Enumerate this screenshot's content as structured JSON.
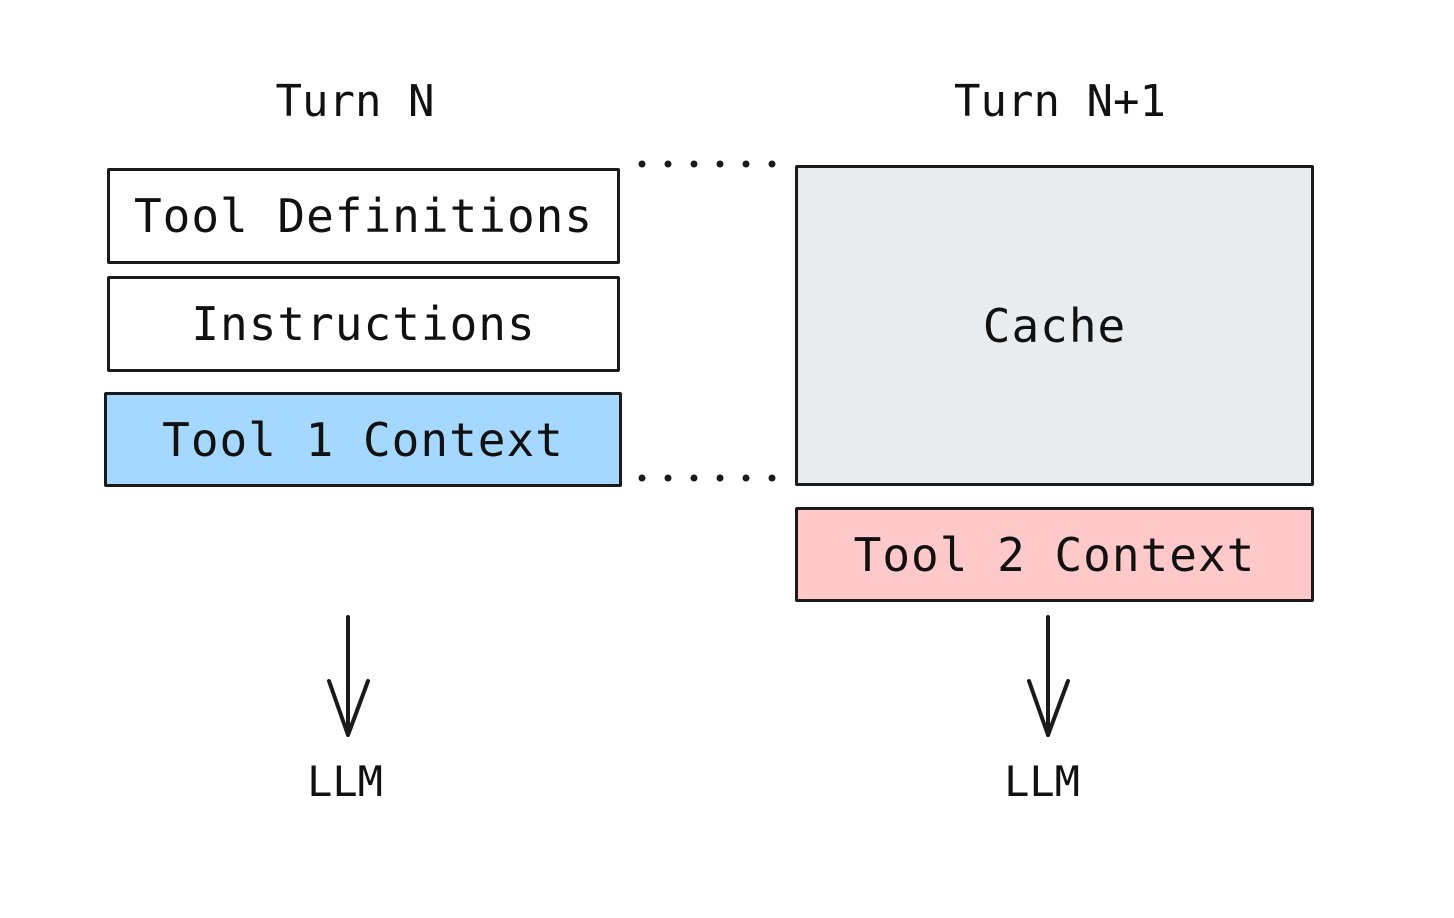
{
  "turn_n": {
    "heading": "Turn N",
    "blocks": {
      "tool_definitions": "Tool Definitions",
      "instructions": "Instructions",
      "tool_1_context": "Tool 1 Context"
    },
    "target": "LLM"
  },
  "turn_n_plus_1": {
    "heading": "Turn N+1",
    "blocks": {
      "cache": "Cache",
      "tool_2_context": "Tool 2 Context"
    },
    "target": "LLM"
  },
  "colors": {
    "stroke": "#1a1a1a",
    "tool_1_fill": "#a5d8ff",
    "cache_fill": "#e9ecef",
    "tool_2_fill": "#ffc9c9",
    "background": "#ffffff"
  }
}
